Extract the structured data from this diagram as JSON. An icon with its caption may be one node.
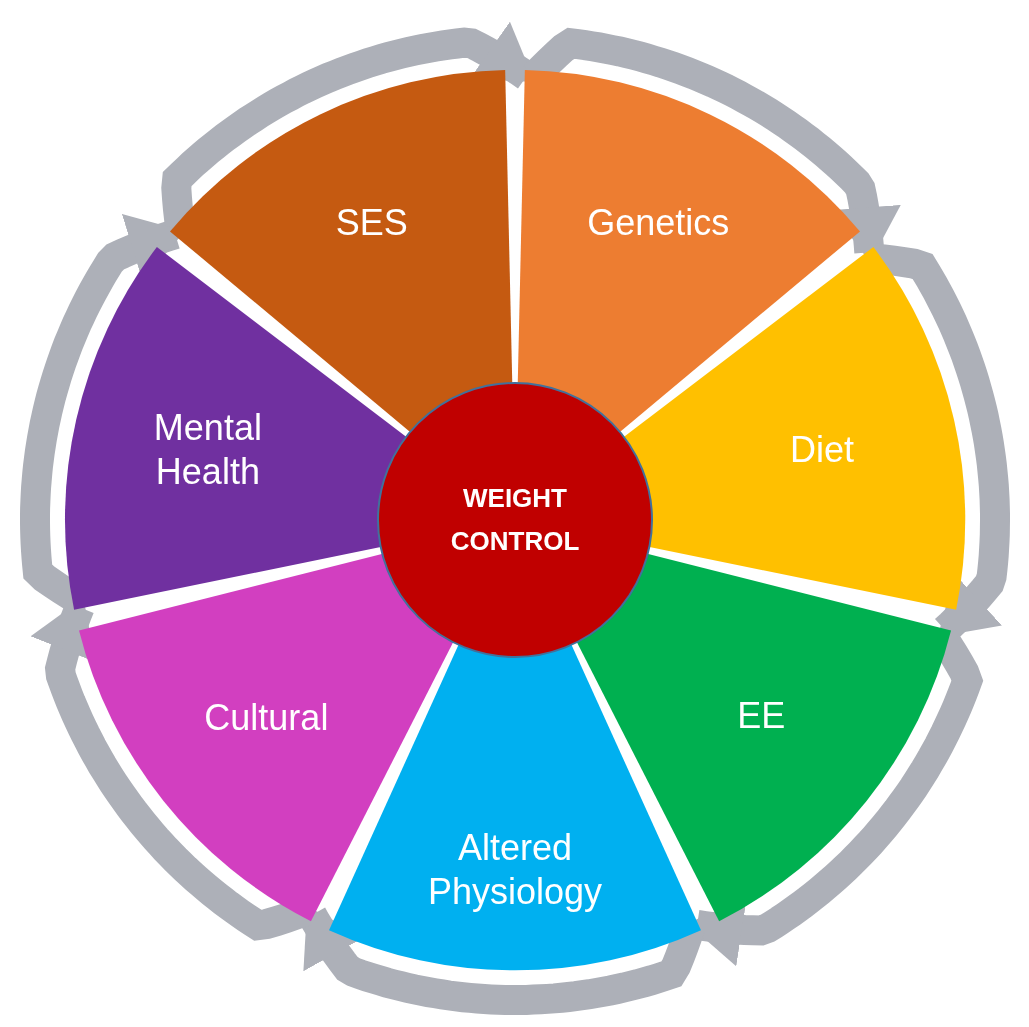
{
  "diagram": {
    "nodes": [
      {
        "text": [
          "WEIGHT CONTROL"
        ]
      },
      {
        "text": [
          "SES"
        ]
      },
      {
        "text": [
          "Genetics"
        ]
      },
      {
        "text": [
          "Diet"
        ]
      },
      {
        "text": [
          "EE"
        ]
      },
      {
        "text": [
          "Altered Physiology"
        ]
      },
      {
        "text": [
          "Cultural"
        ]
      },
      {
        "text": [
          "Mental Health"
        ]
      }
    ],
    "edges": [
      {
        "from": 1,
        "to": 2,
        "arrow": "to"
      },
      {
        "from": 2,
        "to": 3,
        "arrow": "to"
      },
      {
        "from": 3,
        "to": 4,
        "arrow": "to"
      },
      {
        "from": 4,
        "to": 5,
        "arrow": "to"
      },
      {
        "from": 5,
        "to": 6,
        "arrow": "to"
      },
      {
        "from": 6,
        "to": 7,
        "arrow": "to"
      },
      {
        "from": 7,
        "to": 1,
        "arrow": "to"
      }
    ]
  }
}
